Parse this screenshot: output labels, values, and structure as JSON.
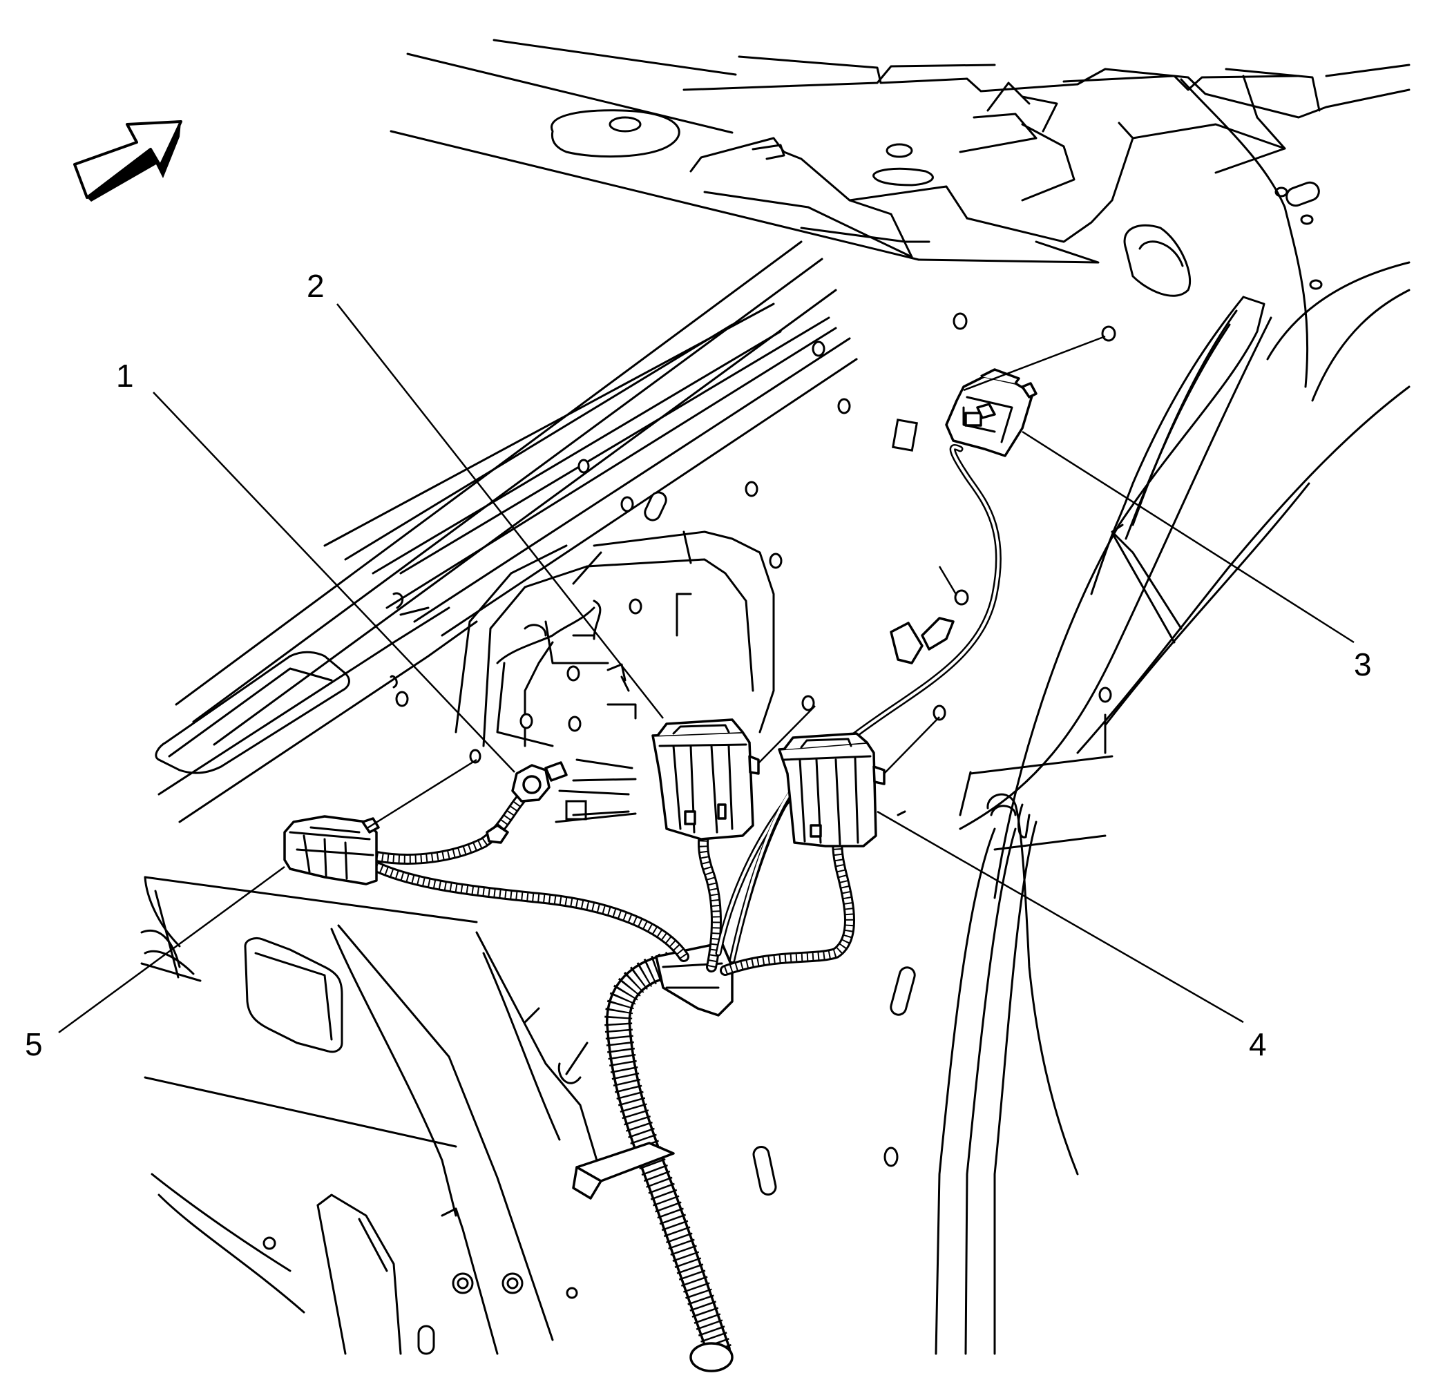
{
  "callouts": [
    {
      "id": "1",
      "label": "1"
    },
    {
      "id": "2",
      "label": "2"
    },
    {
      "id": "3",
      "label": "3"
    },
    {
      "id": "4",
      "label": "4"
    },
    {
      "id": "5",
      "label": "5"
    }
  ],
  "icons": {
    "direction": "forward-arrow-icon"
  }
}
